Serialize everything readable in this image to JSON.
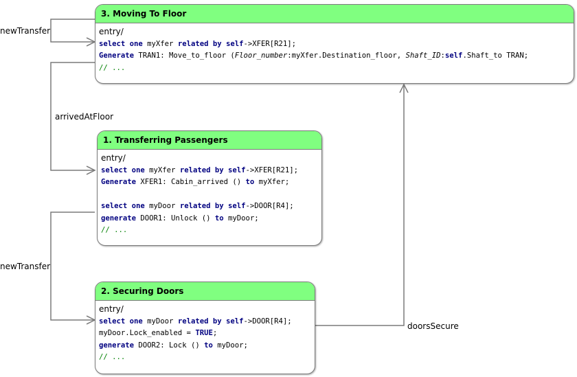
{
  "states": [
    {
      "id": "moving",
      "title": "3. Moving To Floor",
      "lines": [
        [
          {
            "t": "entry/",
            "c": "label"
          }
        ],
        [
          {
            "t": "select one",
            "c": "kw"
          },
          {
            "t": " myXfer "
          },
          {
            "t": "related by self",
            "c": "kw"
          },
          {
            "t": "->XFER[R21];"
          }
        ],
        [
          {
            "t": "Generate",
            "c": "kw"
          },
          {
            "t": " TRAN1: Move_to_floor ("
          },
          {
            "t": "Floor_number",
            "c": "it"
          },
          {
            "t": ":myXfer.Destination_floor, "
          },
          {
            "t": "Shaft_ID",
            "c": "it"
          },
          {
            "t": ":"
          },
          {
            "t": "self",
            "c": "kw"
          },
          {
            "t": ".Shaft_to TRAN;"
          }
        ],
        [
          {
            "t": "// ...",
            "c": "cm"
          }
        ]
      ]
    },
    {
      "id": "transferring",
      "title": "1. Transferring Passengers",
      "lines": [
        [
          {
            "t": "entry/",
            "c": "label"
          }
        ],
        [
          {
            "t": "select one",
            "c": "kw"
          },
          {
            "t": " myXfer "
          },
          {
            "t": "related by self",
            "c": "kw"
          },
          {
            "t": "->XFER[R21];"
          }
        ],
        [
          {
            "t": "Generate",
            "c": "kw"
          },
          {
            "t": " XFER1: Cabin_arrived () "
          },
          {
            "t": "to",
            "c": "kw"
          },
          {
            "t": " myXfer;"
          }
        ],
        [
          {
            "t": ""
          }
        ],
        [
          {
            "t": "select one",
            "c": "kw"
          },
          {
            "t": " myDoor "
          },
          {
            "t": "related by self",
            "c": "kw"
          },
          {
            "t": "->DOOR[R4];"
          }
        ],
        [
          {
            "t": "generate",
            "c": "kw"
          },
          {
            "t": " DOOR1: Unlock () "
          },
          {
            "t": "to",
            "c": "kw"
          },
          {
            "t": " myDoor;"
          }
        ],
        [
          {
            "t": "// ...",
            "c": "cm"
          }
        ]
      ]
    },
    {
      "id": "securing",
      "title": "2. Securing Doors",
      "lines": [
        [
          {
            "t": "entry/",
            "c": "label"
          }
        ],
        [
          {
            "t": "select one",
            "c": "kw"
          },
          {
            "t": " myDoor "
          },
          {
            "t": "related by self",
            "c": "kw"
          },
          {
            "t": "->DOOR[R4];"
          }
        ],
        [
          {
            "t": "myDoor.Lock_enabled = "
          },
          {
            "t": "TRUE",
            "c": "kw"
          },
          {
            "t": ";"
          }
        ],
        [
          {
            "t": "generate",
            "c": "kw"
          },
          {
            "t": " DOOR2: Lock () "
          },
          {
            "t": "to",
            "c": "kw"
          },
          {
            "t": " myDoor;"
          }
        ],
        [
          {
            "t": "// ...",
            "c": "cm"
          }
        ]
      ]
    }
  ],
  "transitions": [
    {
      "label": "newTransfer",
      "from": "moving",
      "to": "moving"
    },
    {
      "label": "arrivedAtFloor",
      "from": "moving",
      "to": "transferring"
    },
    {
      "label": "newTransfer",
      "from": "transferring",
      "to": "securing"
    },
    {
      "label": "doorsSecure",
      "from": "securing",
      "to": "moving"
    }
  ]
}
